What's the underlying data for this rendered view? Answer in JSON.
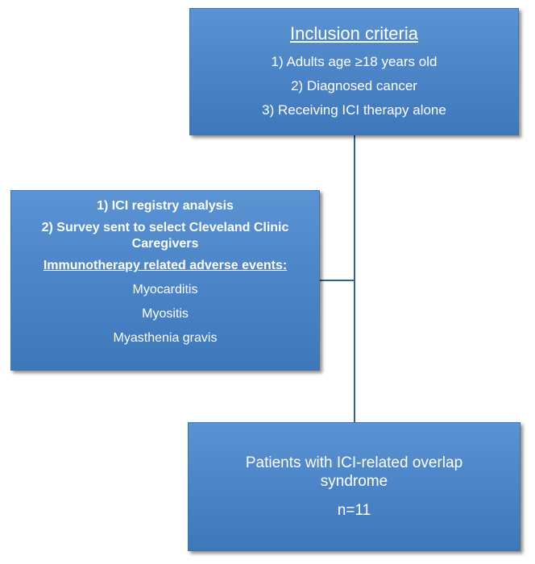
{
  "inclusion": {
    "title": "Inclusion criteria",
    "items": [
      "1) Adults age ≥18 years old",
      "2) Diagnosed cancer",
      "3) Receiving ICI therapy alone"
    ]
  },
  "methods": {
    "step1": "1) ICI registry analysis",
    "step2": "2) Survey sent to select Cleveland Clinic Caregivers",
    "events_heading": "Immunotherapy related adverse events:",
    "events": [
      "Myocarditis",
      "Myositis",
      "Myasthenia gravis"
    ]
  },
  "result": {
    "label": "Patients with ICI-related overlap syndrome",
    "n": "n=11"
  },
  "colors": {
    "box_fill": "#4a83c6",
    "connector": "#2e5f96",
    "text": "#ffffff"
  }
}
